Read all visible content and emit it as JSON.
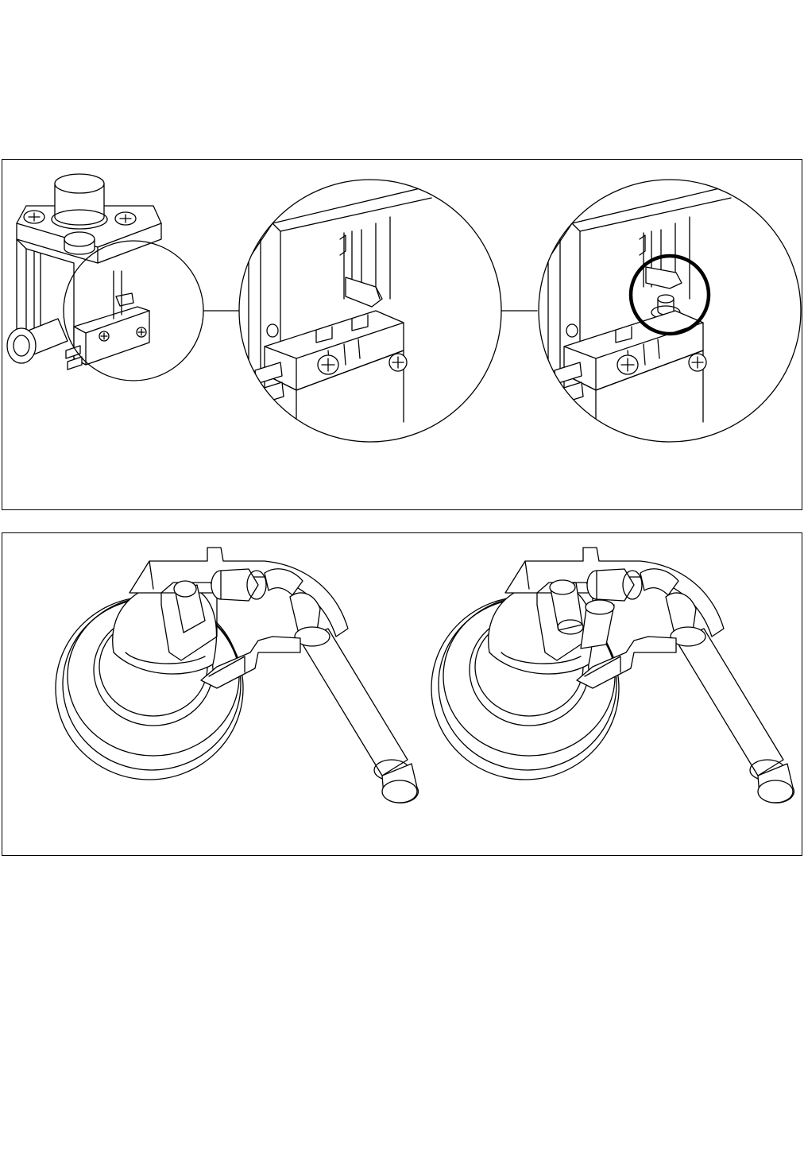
{
  "figure": {
    "panels": [
      {
        "id": "top",
        "views": [
          "valve-overview",
          "switch-detail-closed",
          "switch-detail-highlighted"
        ]
      },
      {
        "id": "bottom",
        "views": [
          "pump-assembly-left",
          "pump-assembly-right"
        ]
      }
    ]
  },
  "colors": {
    "line": "#000000",
    "background": "#ffffff"
  },
  "icons": [
    "screw-icon",
    "magnifier-circle-icon",
    "highlight-ring-icon"
  ]
}
